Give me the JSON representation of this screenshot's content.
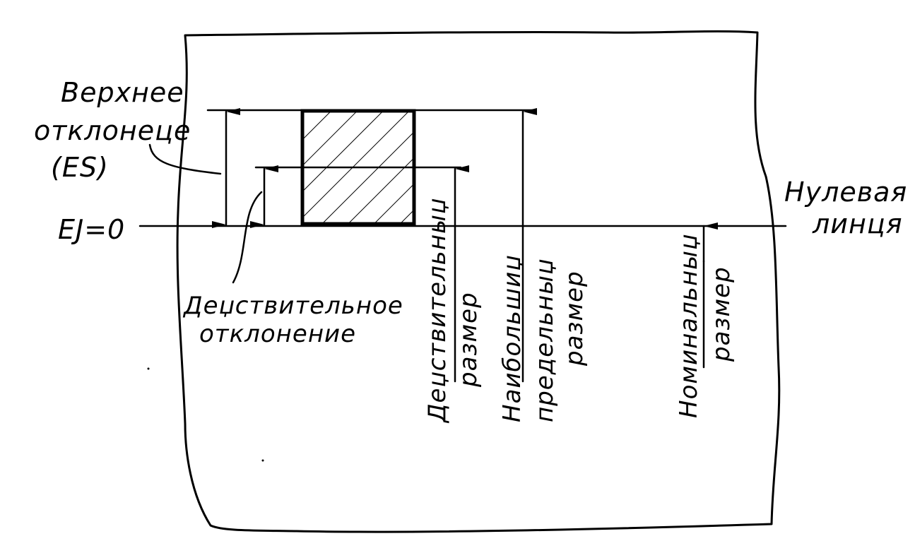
{
  "labels": {
    "upper_deviation_line1": "Верхнее",
    "upper_deviation_line2": "отклонеце",
    "upper_deviation_symbol": "(ES)",
    "lower_deviation": "EJ=0",
    "zero_line_line1": "Нулевая",
    "zero_line_line2": "линця",
    "actual_deviation_line1": "Деџствительное",
    "actual_deviation_line2": "отклонение",
    "actual_size_line1": "Деџствительныџ",
    "actual_size_line2": "размер",
    "max_limit_line1": "Наибольшиџ",
    "max_limit_line2": "предельныџ",
    "max_limit_line3": "размер",
    "nominal_line1": "Номинальныџ",
    "nominal_line2": "размер"
  }
}
